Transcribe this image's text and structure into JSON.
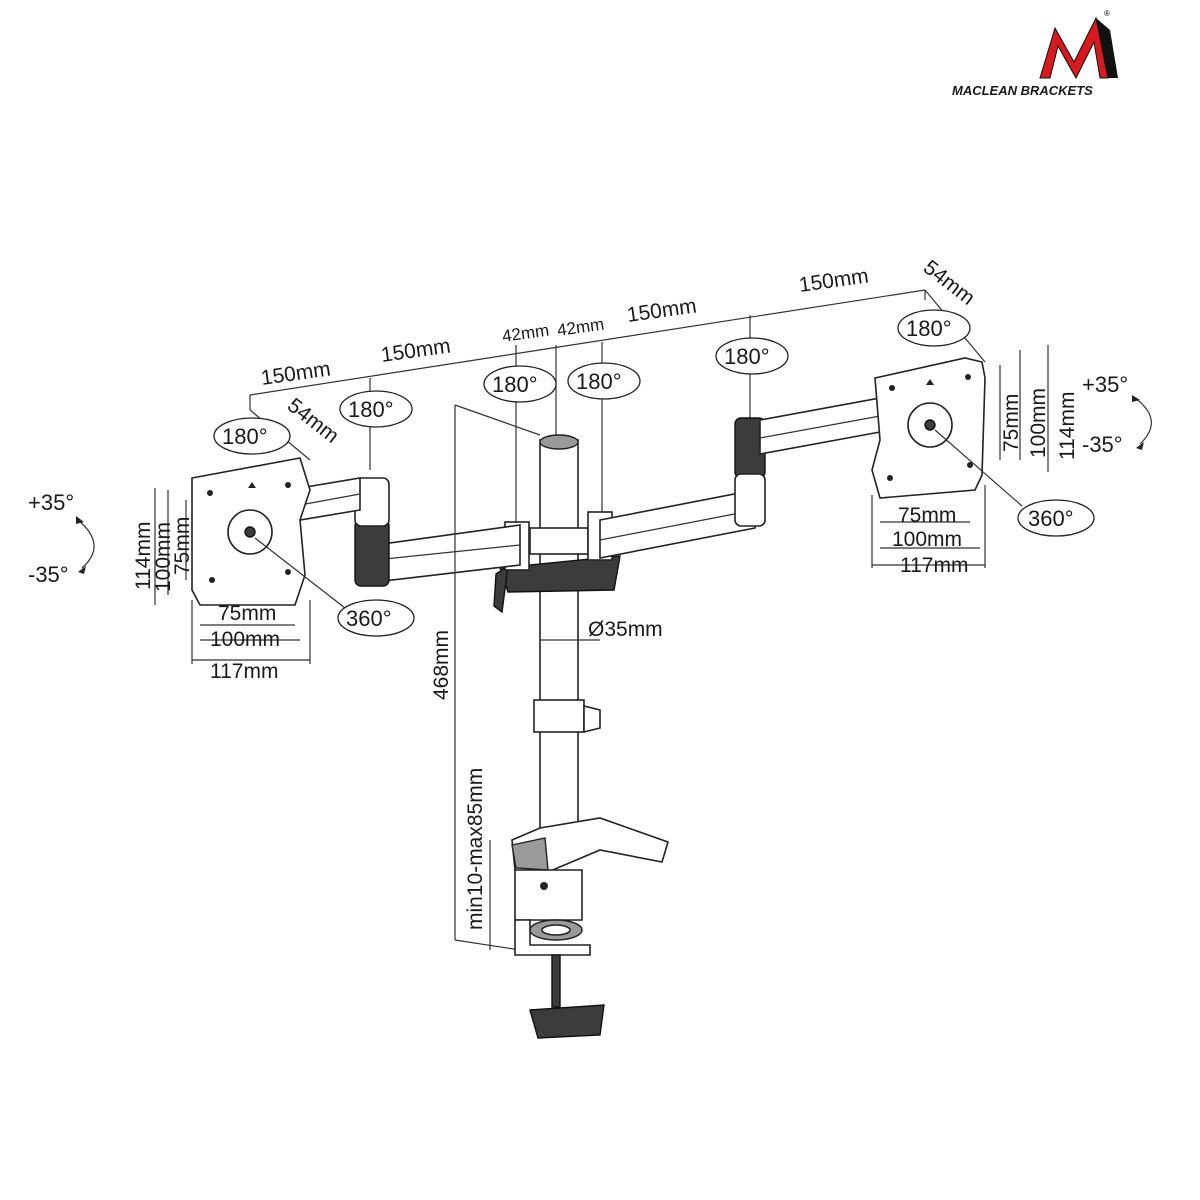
{
  "logo": {
    "brand_text": "MACLEAN BRACKETS",
    "colors": {
      "red": "#d71920",
      "black": "#111111"
    }
  },
  "dimensions": {
    "top_right_150": "150mm",
    "top_center_150": "150mm",
    "left_mid_150": "150mm",
    "left_outer_150": "150mm",
    "left_54": "54mm",
    "right_54": "54mm",
    "center_42_left": "42mm",
    "center_42_right": "42mm",
    "pole_diameter": "Ø35mm",
    "height_468": "468mm",
    "clamp_range": "min10-max85mm"
  },
  "rotations": {
    "left_plate": "180°",
    "left_arm": "180°",
    "center_left": "180°",
    "center_right": "180°",
    "right_arm": "180°",
    "right_plate": "180°",
    "left_swivel": "360°",
    "right_swivel": "360°"
  },
  "tilt": {
    "left_up": "+35°",
    "left_down": "-35°",
    "right_up": "+35°",
    "right_down": "-35°"
  },
  "left_plate_dims": {
    "h114": "114mm",
    "h100": "100mm",
    "h75": "75mm",
    "w75": "75mm",
    "w100": "100mm",
    "w117": "117mm"
  },
  "right_plate_dims": {
    "h75": "75mm",
    "h100": "100mm",
    "h114": "114mm",
    "w75": "75mm",
    "w100": "100mm",
    "w117": "117mm"
  }
}
